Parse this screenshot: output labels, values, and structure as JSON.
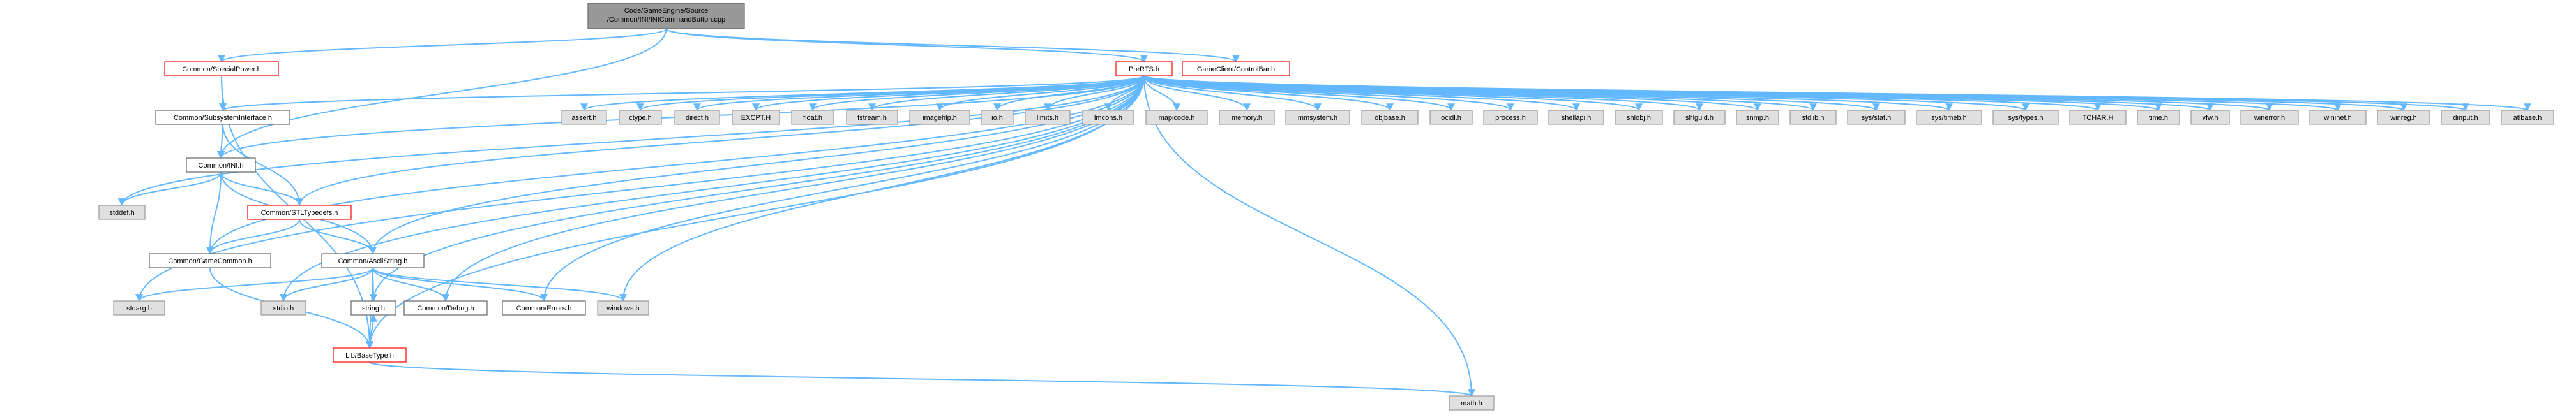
{
  "colors": {
    "root_fill": "#999999",
    "edge": "#63b8ff",
    "red_border": "#ff0000",
    "gray_fill": "#e0e0e0",
    "gray_border": "#999999",
    "white_fill": "#ffffff",
    "black_border": "#666666"
  },
  "nodes": {
    "root": [
      "Code/GameEngine/Source",
      "/Common/INI/INICommandButton.cpp"
    ],
    "specialpower": "Common/SpecialPower.h",
    "prerts": "PreRTS.h",
    "controlbar": "GameClient/ControlBar.h",
    "subsystem": "Common/SubsystemInterface.h",
    "ini": "Common/INI.h",
    "stltypedefs": "Common/STLTypedefs.h",
    "stddef": "stddef.h",
    "gamecommon": "Common/GameCommon.h",
    "asciistring": "Common/AsciiString.h",
    "stdarg": "stdarg.h",
    "stdio": "stdio.h",
    "string": "string.h",
    "debug": "Common/Debug.h",
    "errors": "Common/Errors.h",
    "windows": "windows.h",
    "basetype": "Lib/BaseType.h",
    "math": "math.h",
    "assert": "assert.h",
    "ctype": "ctype.h",
    "direct": "direct.h",
    "excpt": "EXCPT.H",
    "float": "float.h",
    "fstream": "fstream.h",
    "imagehlp": "imagehlp.h",
    "io": "io.h",
    "limits": "limits.h",
    "lmcons": "lmcons.h",
    "mapicode": "mapicode.h",
    "memory": "memory.h",
    "mmsystem": "mmsystem.h",
    "objbase": "objbase.h",
    "ocidl": "ocidl.h",
    "process": "process.h",
    "shellapi": "shellapi.h",
    "shlobj": "shlobj.h",
    "shlguid": "shlguid.h",
    "snmp": "snmp.h",
    "stdlib": "stdlib.h",
    "sysstat": "sys/stat.h",
    "systimeb": "sys/timeb.h",
    "systypes": "sys/types.h",
    "tchar": "TCHAR.H",
    "time": "time.h",
    "vfw": "vfw.h",
    "winerror": "winerror.h",
    "wininet": "wininet.h",
    "winreg": "winreg.h",
    "dinput": "dinput.h",
    "atlbase": "atlbase.h"
  }
}
